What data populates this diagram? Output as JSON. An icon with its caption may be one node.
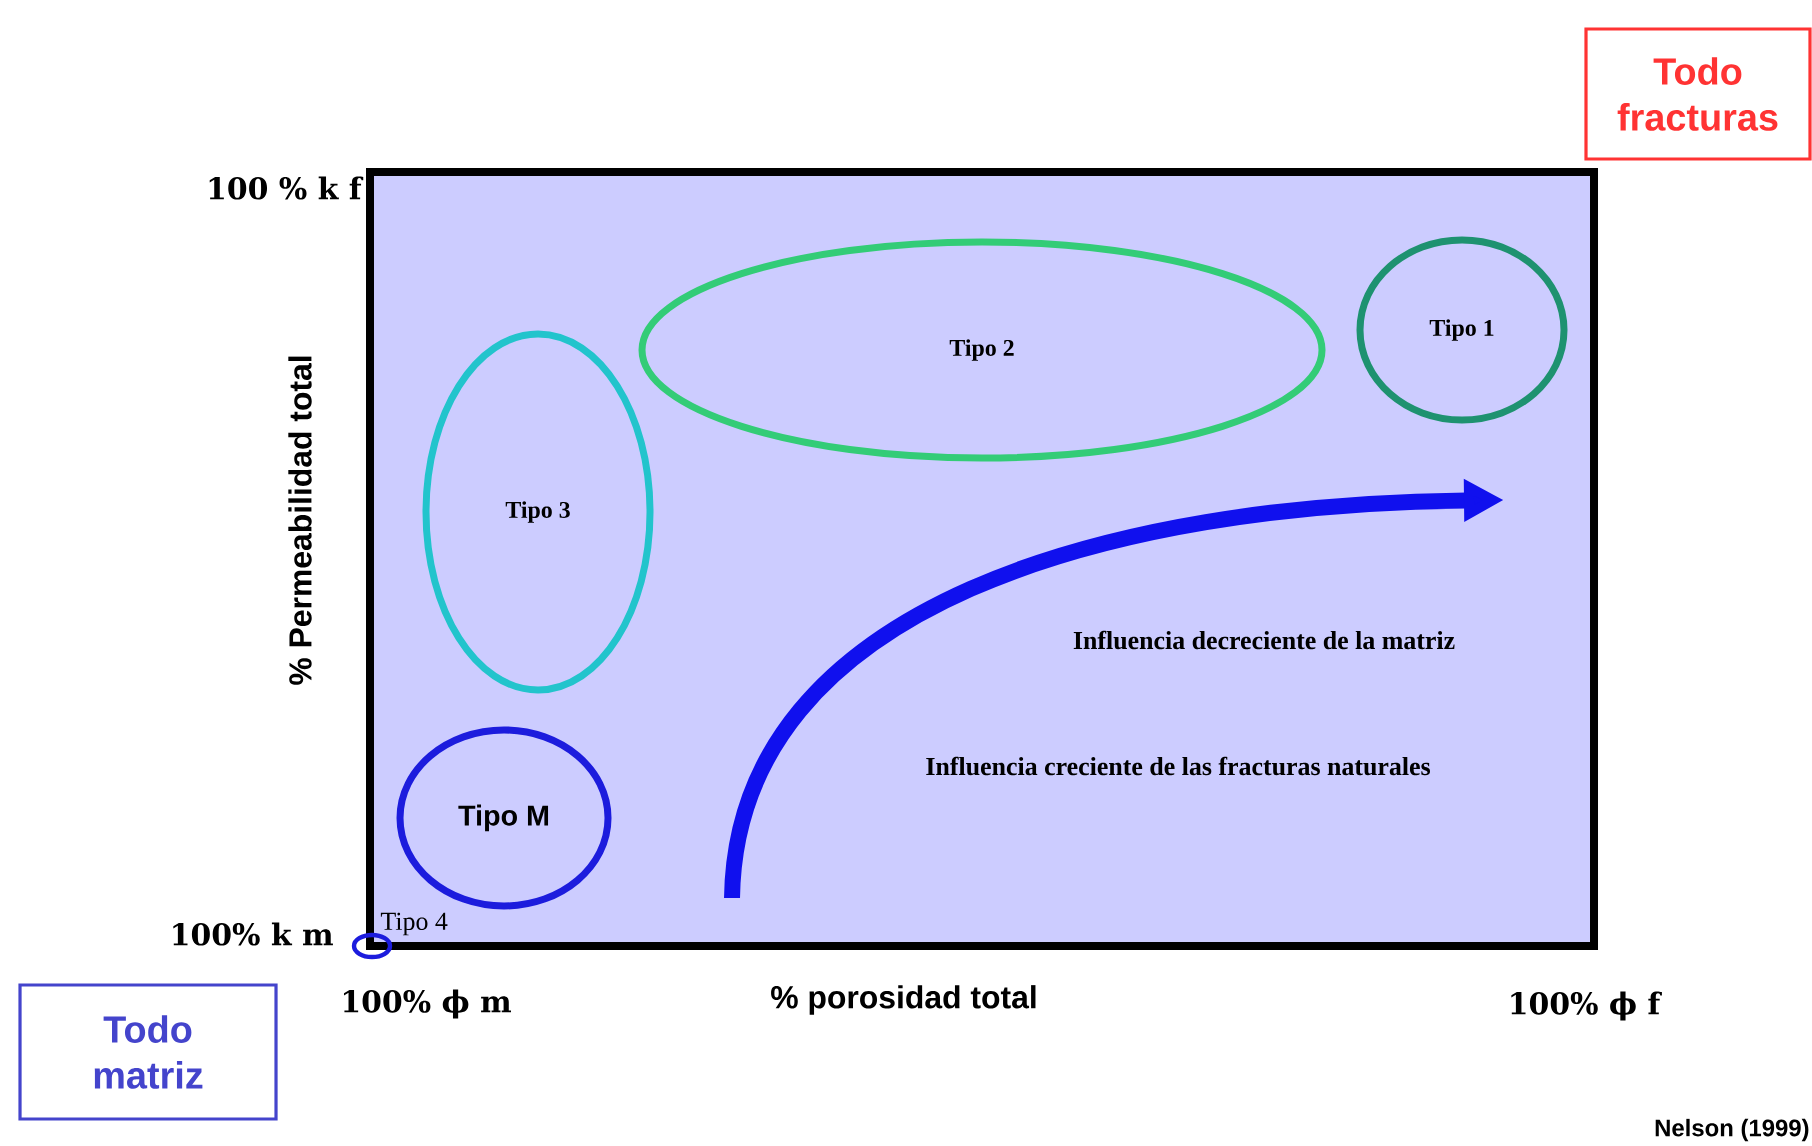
{
  "diagram": {
    "nodes": [
      {
        "text": [],
        "shape": "box"
      },
      {
        "text": [
          "Tipo 1"
        ],
        "in": 0
      },
      {
        "text": [
          "Tipo 2"
        ],
        "in": 0
      },
      {
        "text": [
          "Tipo 3"
        ],
        "in": 0
      },
      {
        "text": [
          "Tipo M"
        ],
        "in": 0
      },
      {
        "text": [],
        "shape": "circle",
        "beside": [
          "Tipo 4"
        ]
      },
      {
        "text": [
          "Todo fracturas"
        ]
      },
      {
        "text": [
          "Todo matriz"
        ]
      }
    ],
    "labels": [
      "100 % k f",
      "% Permeabilidad total",
      "Influencia decreciente de la matriz",
      "Influencia creciente de las fracturas naturales",
      "100% k m",
      "100% ϕ m",
      "% porosidad total",
      "100% ϕ f",
      "Nelson (1999)"
    ]
  }
}
